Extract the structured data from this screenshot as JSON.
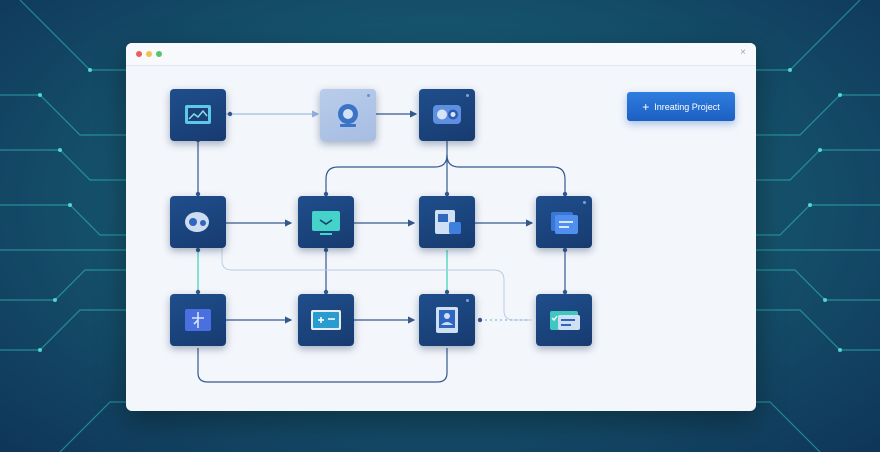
{
  "window": {
    "close_glyph": "×"
  },
  "toolbar": {
    "create_button_label": "Inreating Project",
    "create_button_icon": "plus-icon"
  },
  "colors": {
    "node_dark": "#1f4e8c",
    "node_light": "#b9cdea",
    "connector_blue": "#34598f",
    "connector_teal": "#39d0b8",
    "accent_button": "#2f7de0"
  },
  "nodes": [
    {
      "id": "node-1",
      "icon": "image-icon"
    },
    {
      "id": "node-2",
      "icon": "camera-lens-icon"
    },
    {
      "id": "node-3",
      "icon": "toggle-camera-icon"
    },
    {
      "id": "node-4",
      "icon": "blob-settings-icon"
    },
    {
      "id": "node-5",
      "icon": "monitor-icon"
    },
    {
      "id": "node-6",
      "icon": "document-edit-icon"
    },
    {
      "id": "node-7",
      "icon": "folder-icon"
    },
    {
      "id": "node-8",
      "icon": "pin-icon"
    },
    {
      "id": "node-9",
      "icon": "add-card-icon"
    },
    {
      "id": "node-10",
      "icon": "user-document-icon"
    },
    {
      "id": "node-11",
      "icon": "checklist-card-icon"
    }
  ]
}
